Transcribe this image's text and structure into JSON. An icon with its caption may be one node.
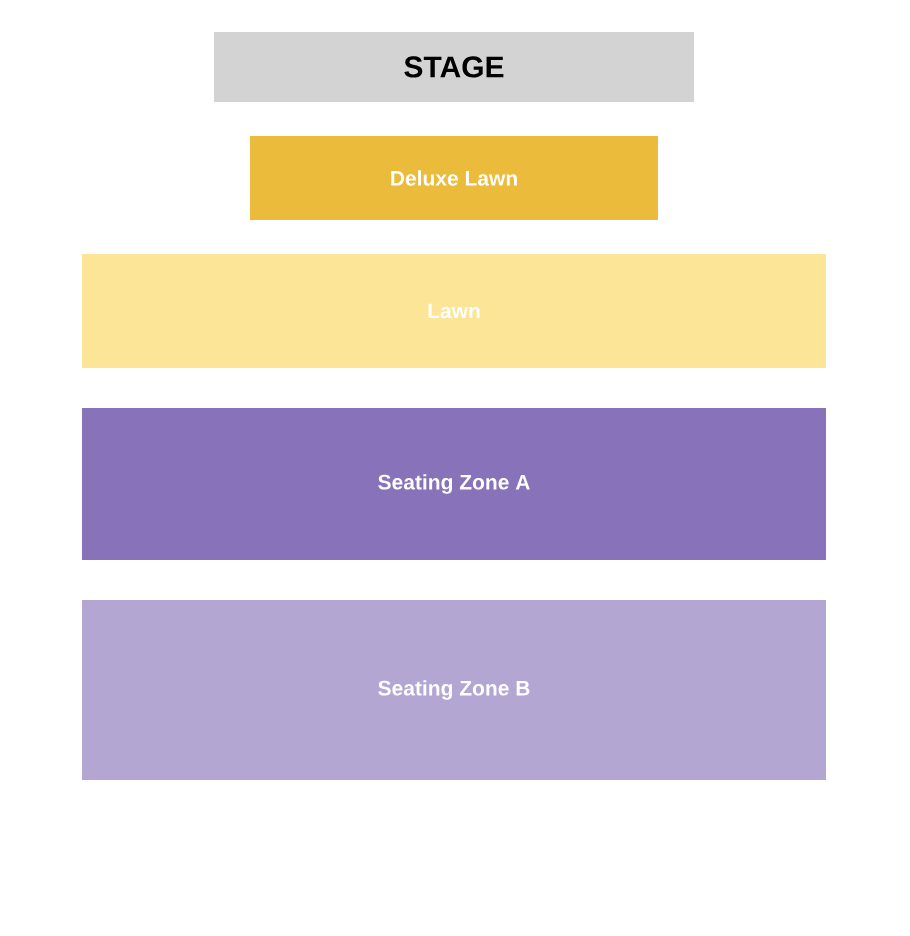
{
  "diagram": {
    "nodes": [
      {
        "text": [
          "STAGE"
        ]
      },
      {
        "text": [
          "Deluxe Lawn"
        ]
      },
      {
        "text": [
          "Lawn"
        ]
      },
      {
        "text": [
          "Seating Zone A"
        ]
      },
      {
        "text": [
          "Seating Zone B"
        ]
      }
    ]
  }
}
